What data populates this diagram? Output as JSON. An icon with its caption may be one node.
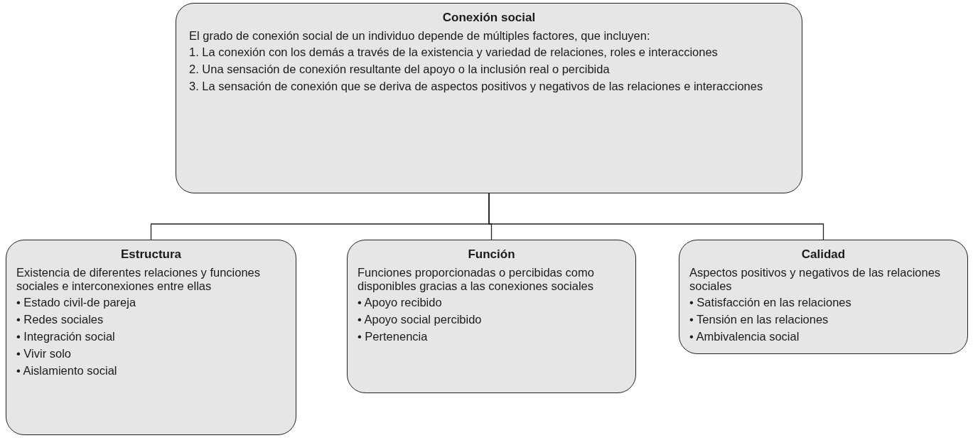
{
  "diagram": {
    "nodes": [
      {
        "text": [
          "Conexión social",
          "El grado de conexión social de un individuo depende de múltiples factores, que incluyen:",
          "1. La conexión con los demás a través de la existencia y variedad de relaciones, roles e interacciones",
          "2. Una sensación de conexión resultante del apoyo o la inclusión real o percibida",
          "3. La sensación de conexión que se deriva de aspectos positivos y negativos de las relaciones e interacciones"
        ]
      },
      {
        "text": [
          "Estructura",
          "Existencia de diferentes relaciones y funciones sociales e interconexiones entre ellas",
          "• Estado civil-de pareja",
          "• Redes sociales",
          "• Integración social",
          "• Vivir solo",
          "• Aislamiento social"
        ]
      },
      {
        "text": [
          "Función",
          "Funciones proporcionadas o percibidas como disponibles gracias a las conexiones sociales",
          "• Apoyo recibido",
          "• Apoyo social percibido",
          "• Pertenencia"
        ]
      },
      {
        "text": [
          "Calidad",
          "Aspectos positivos y negativos de las relaciones sociales",
          "• Satisfacción en las relaciones",
          "• Tensión en las relaciones",
          "• Ambivalencia social"
        ]
      }
    ],
    "edges": [
      {
        "from": 0,
        "to": 1,
        "arrow": "none"
      },
      {
        "from": 0,
        "to": 2,
        "arrow": "none"
      },
      {
        "from": 0,
        "to": 3,
        "arrow": "none"
      }
    ]
  }
}
